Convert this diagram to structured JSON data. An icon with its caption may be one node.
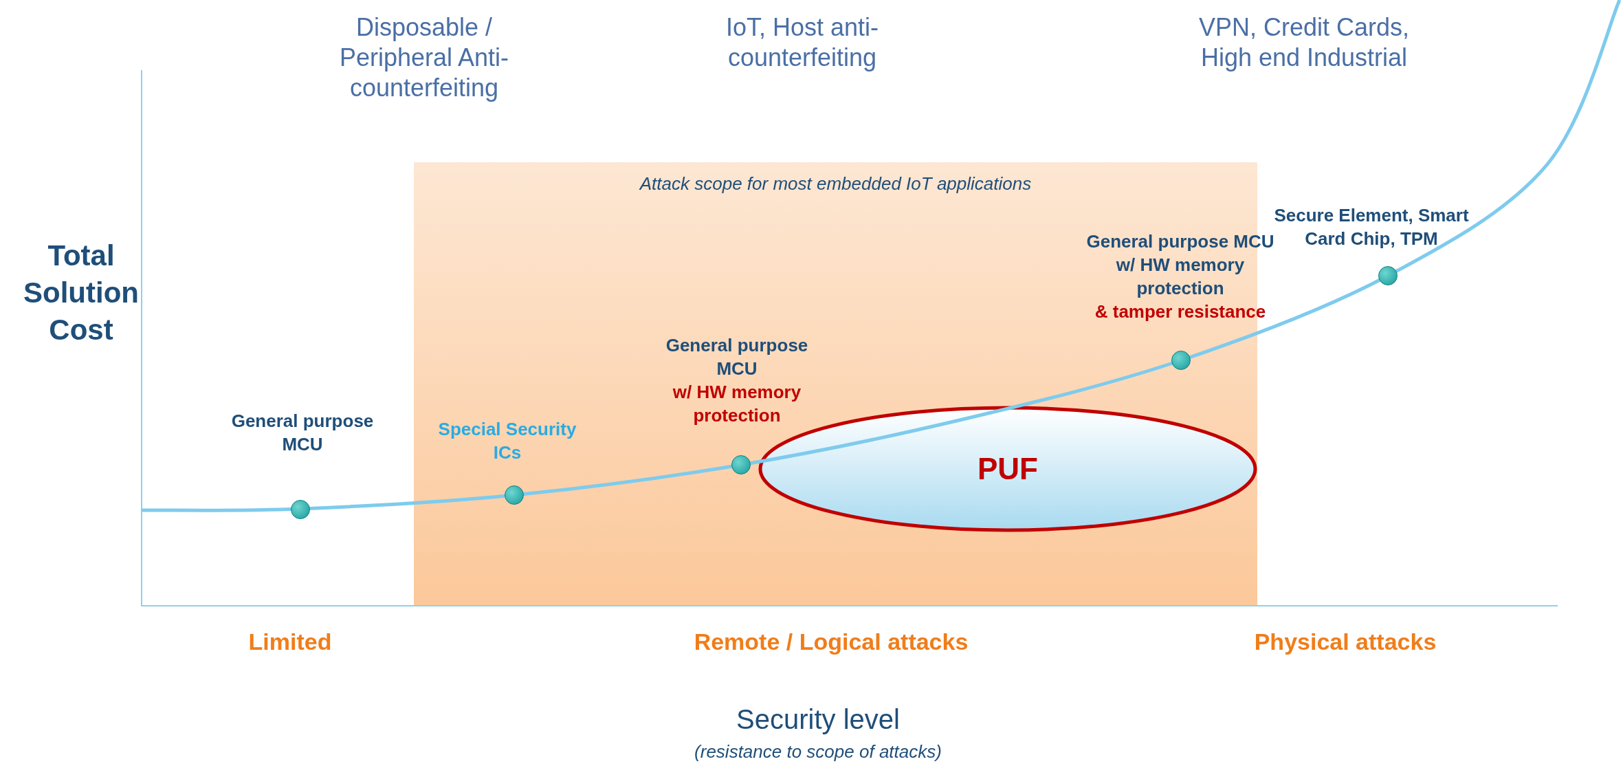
{
  "diagram": {
    "nodes": [
      {
        "text": [
          "Attack scope for most embedded IoT applications"
        ]
      },
      {
        "text": [
          "PUF"
        ],
        "in": 0
      },
      {
        "text": [],
        "shape": "circle",
        "beside": [
          "General purpose MCU"
        ]
      },
      {
        "text": [],
        "shape": "circle",
        "beside": [
          "Special Security ICs"
        ],
        "in": 0
      },
      {
        "text": [],
        "shape": "circle",
        "beside": [
          "General purpose MCU",
          "w/ HW memory protection"
        ],
        "in": 0
      },
      {
        "text": [],
        "shape": "circle",
        "beside": [
          "General purpose MCU w/ HW memory protection",
          "& tamper resistance"
        ],
        "in": 0
      },
      {
        "text": [],
        "shape": "circle",
        "beside": [
          "Secure Element, Smart Card Chip, TPM"
        ]
      }
    ],
    "edges": [],
    "labels": [
      "Disposable / Peripheral Anti-counterfeiting",
      "IoT, Host anti-counterfeiting",
      "VPN, Credit Cards, High end Industrial",
      "Total Solution Cost",
      "Limited",
      "Remote / Logical attacks",
      "Physical attacks",
      "Security level",
      "(resistance to scope of attacks)"
    ]
  }
}
